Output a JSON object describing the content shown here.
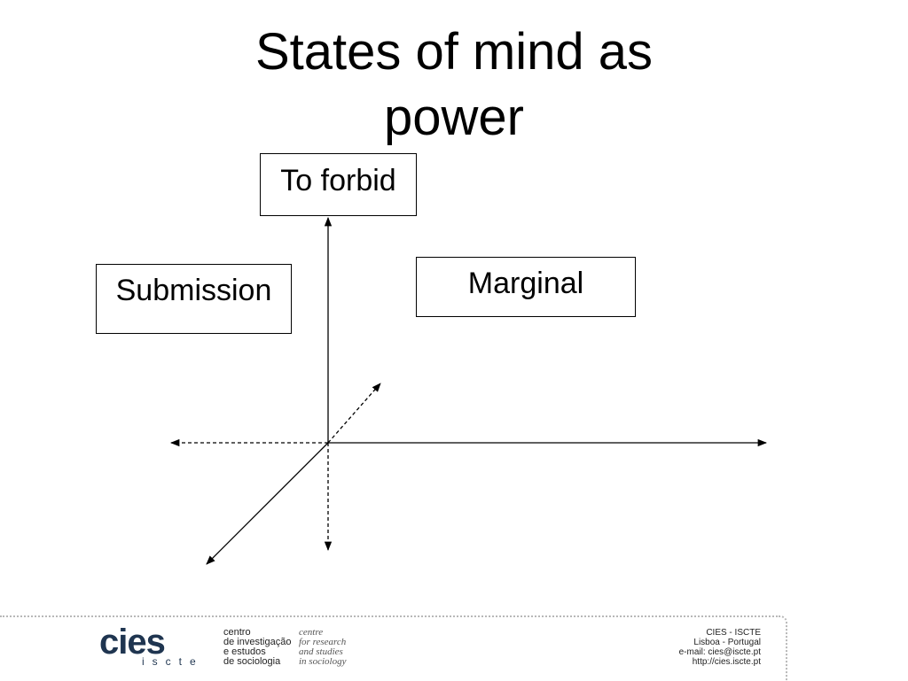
{
  "slide": {
    "title_lines": [
      "States of mind as",
      "power"
    ]
  },
  "diagram": {
    "boxes": {
      "to_forbid": "To forbid",
      "submission": "Submission",
      "marginal": "Marginal"
    }
  },
  "footer": {
    "logo_text": "cies",
    "logo_sub": "iscte",
    "portuguese_lines": [
      "centro",
      "de investigação",
      "e estudos",
      "de sociologia"
    ],
    "english_lines": [
      "centre",
      "for research",
      "and studies",
      "in sociology"
    ],
    "contact_lines": [
      "CIES - ISCTE",
      "Lisboa - Portugal",
      "e-mail: cies@iscte.pt",
      "http://cies.iscte.pt"
    ],
    "brand_color": "#1f3550"
  }
}
